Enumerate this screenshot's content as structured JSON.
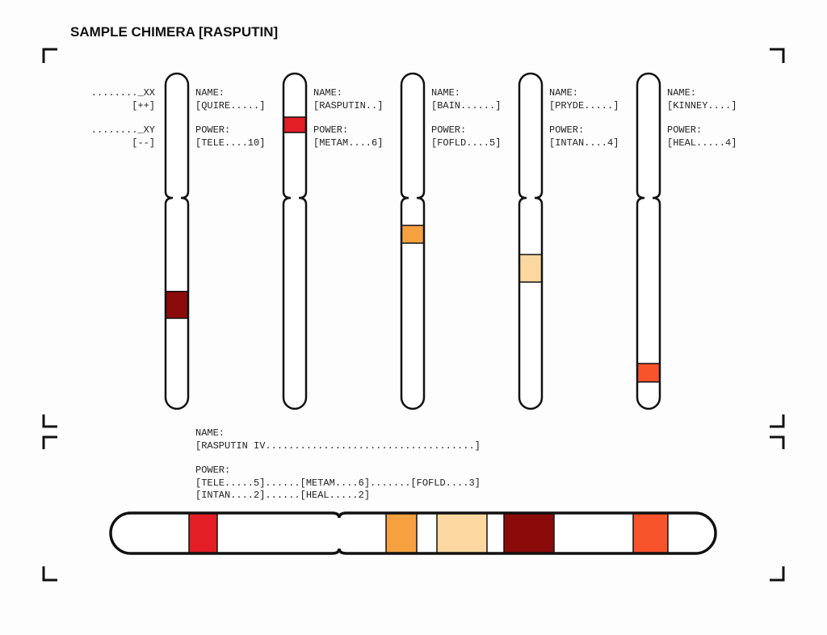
{
  "title": "SAMPLE CHIMERA [RASPUTIN]",
  "legend": [
    {
      "line1": "........_XX",
      "line2": "[++]"
    },
    {
      "line1": "........_XY",
      "line2": "[--]"
    }
  ],
  "name_label": "NAME:",
  "power_label": "POWER:",
  "chromosomes": [
    {
      "name": "[QUIRE.....]",
      "power": "[TELE....10]",
      "band_color": "#8b0a0a",
      "band_pos": [
        0.65,
        0.73
      ]
    },
    {
      "name": "[RASPUTIN..]",
      "power": "[METAM....6]",
      "band_color": "#e31e24",
      "band_pos": [
        0.13,
        0.176
      ]
    },
    {
      "name": "[BAIN......]",
      "power": "[FOFLD....5]",
      "band_color": "#f7a040",
      "band_pos": [
        0.453,
        0.506
      ]
    },
    {
      "name": "[PRYDE.....]",
      "power": "[INTAN....4]",
      "band_color": "#fcd8a0",
      "band_pos": [
        0.54,
        0.622
      ]
    },
    {
      "name": "[KINNEY....]",
      "power": "[HEAL.....4]",
      "band_color": "#f9532c",
      "band_pos": [
        0.865,
        0.92
      ]
    }
  ],
  "chimera": {
    "name": "[RASPUTIN IV....................................]",
    "power_line1": "[TELE.....5]......[METAM....6].......[FOFLD....3]",
    "power_line2": "[INTAN....2]......[HEAL.....2]",
    "bands": [
      {
        "color": "#e31e24"
      },
      {
        "color": "#f7a040"
      },
      {
        "color": "#fcd8a0"
      },
      {
        "color": "#8b0a0a"
      },
      {
        "color": "#f9532c"
      }
    ]
  }
}
